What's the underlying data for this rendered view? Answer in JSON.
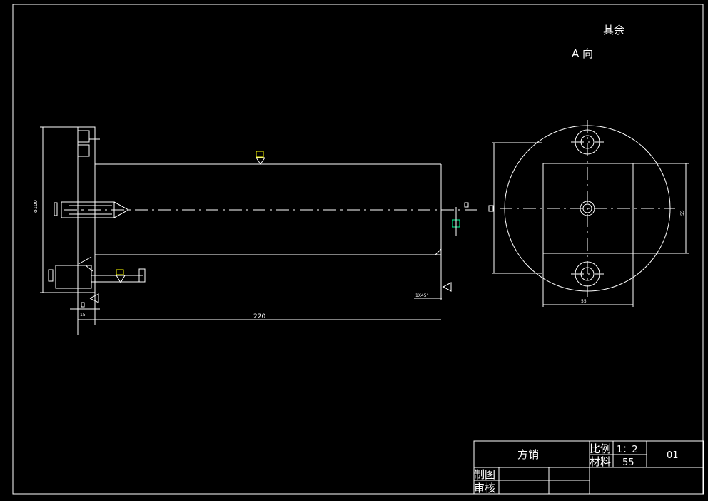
{
  "annotations": {
    "roughness_rest": "其余",
    "view_label": "A 向"
  },
  "dimensions": {
    "length": "220",
    "chamfer": "1X45°",
    "flange_thk": "15",
    "diameter": "φ100",
    "square_w": "55",
    "square_h": "55"
  },
  "title_block": {
    "part_name": "方销",
    "scale_label": "比例",
    "scale_value": "1：2",
    "material_label": "材料",
    "material_value": "55",
    "drawing_no": "01",
    "drawn_label": "制图",
    "checked_label": "审核"
  },
  "colors": {
    "line": "#ffffff",
    "accent_yellow": "#ffff00",
    "accent_cyan": "#00ff99"
  }
}
